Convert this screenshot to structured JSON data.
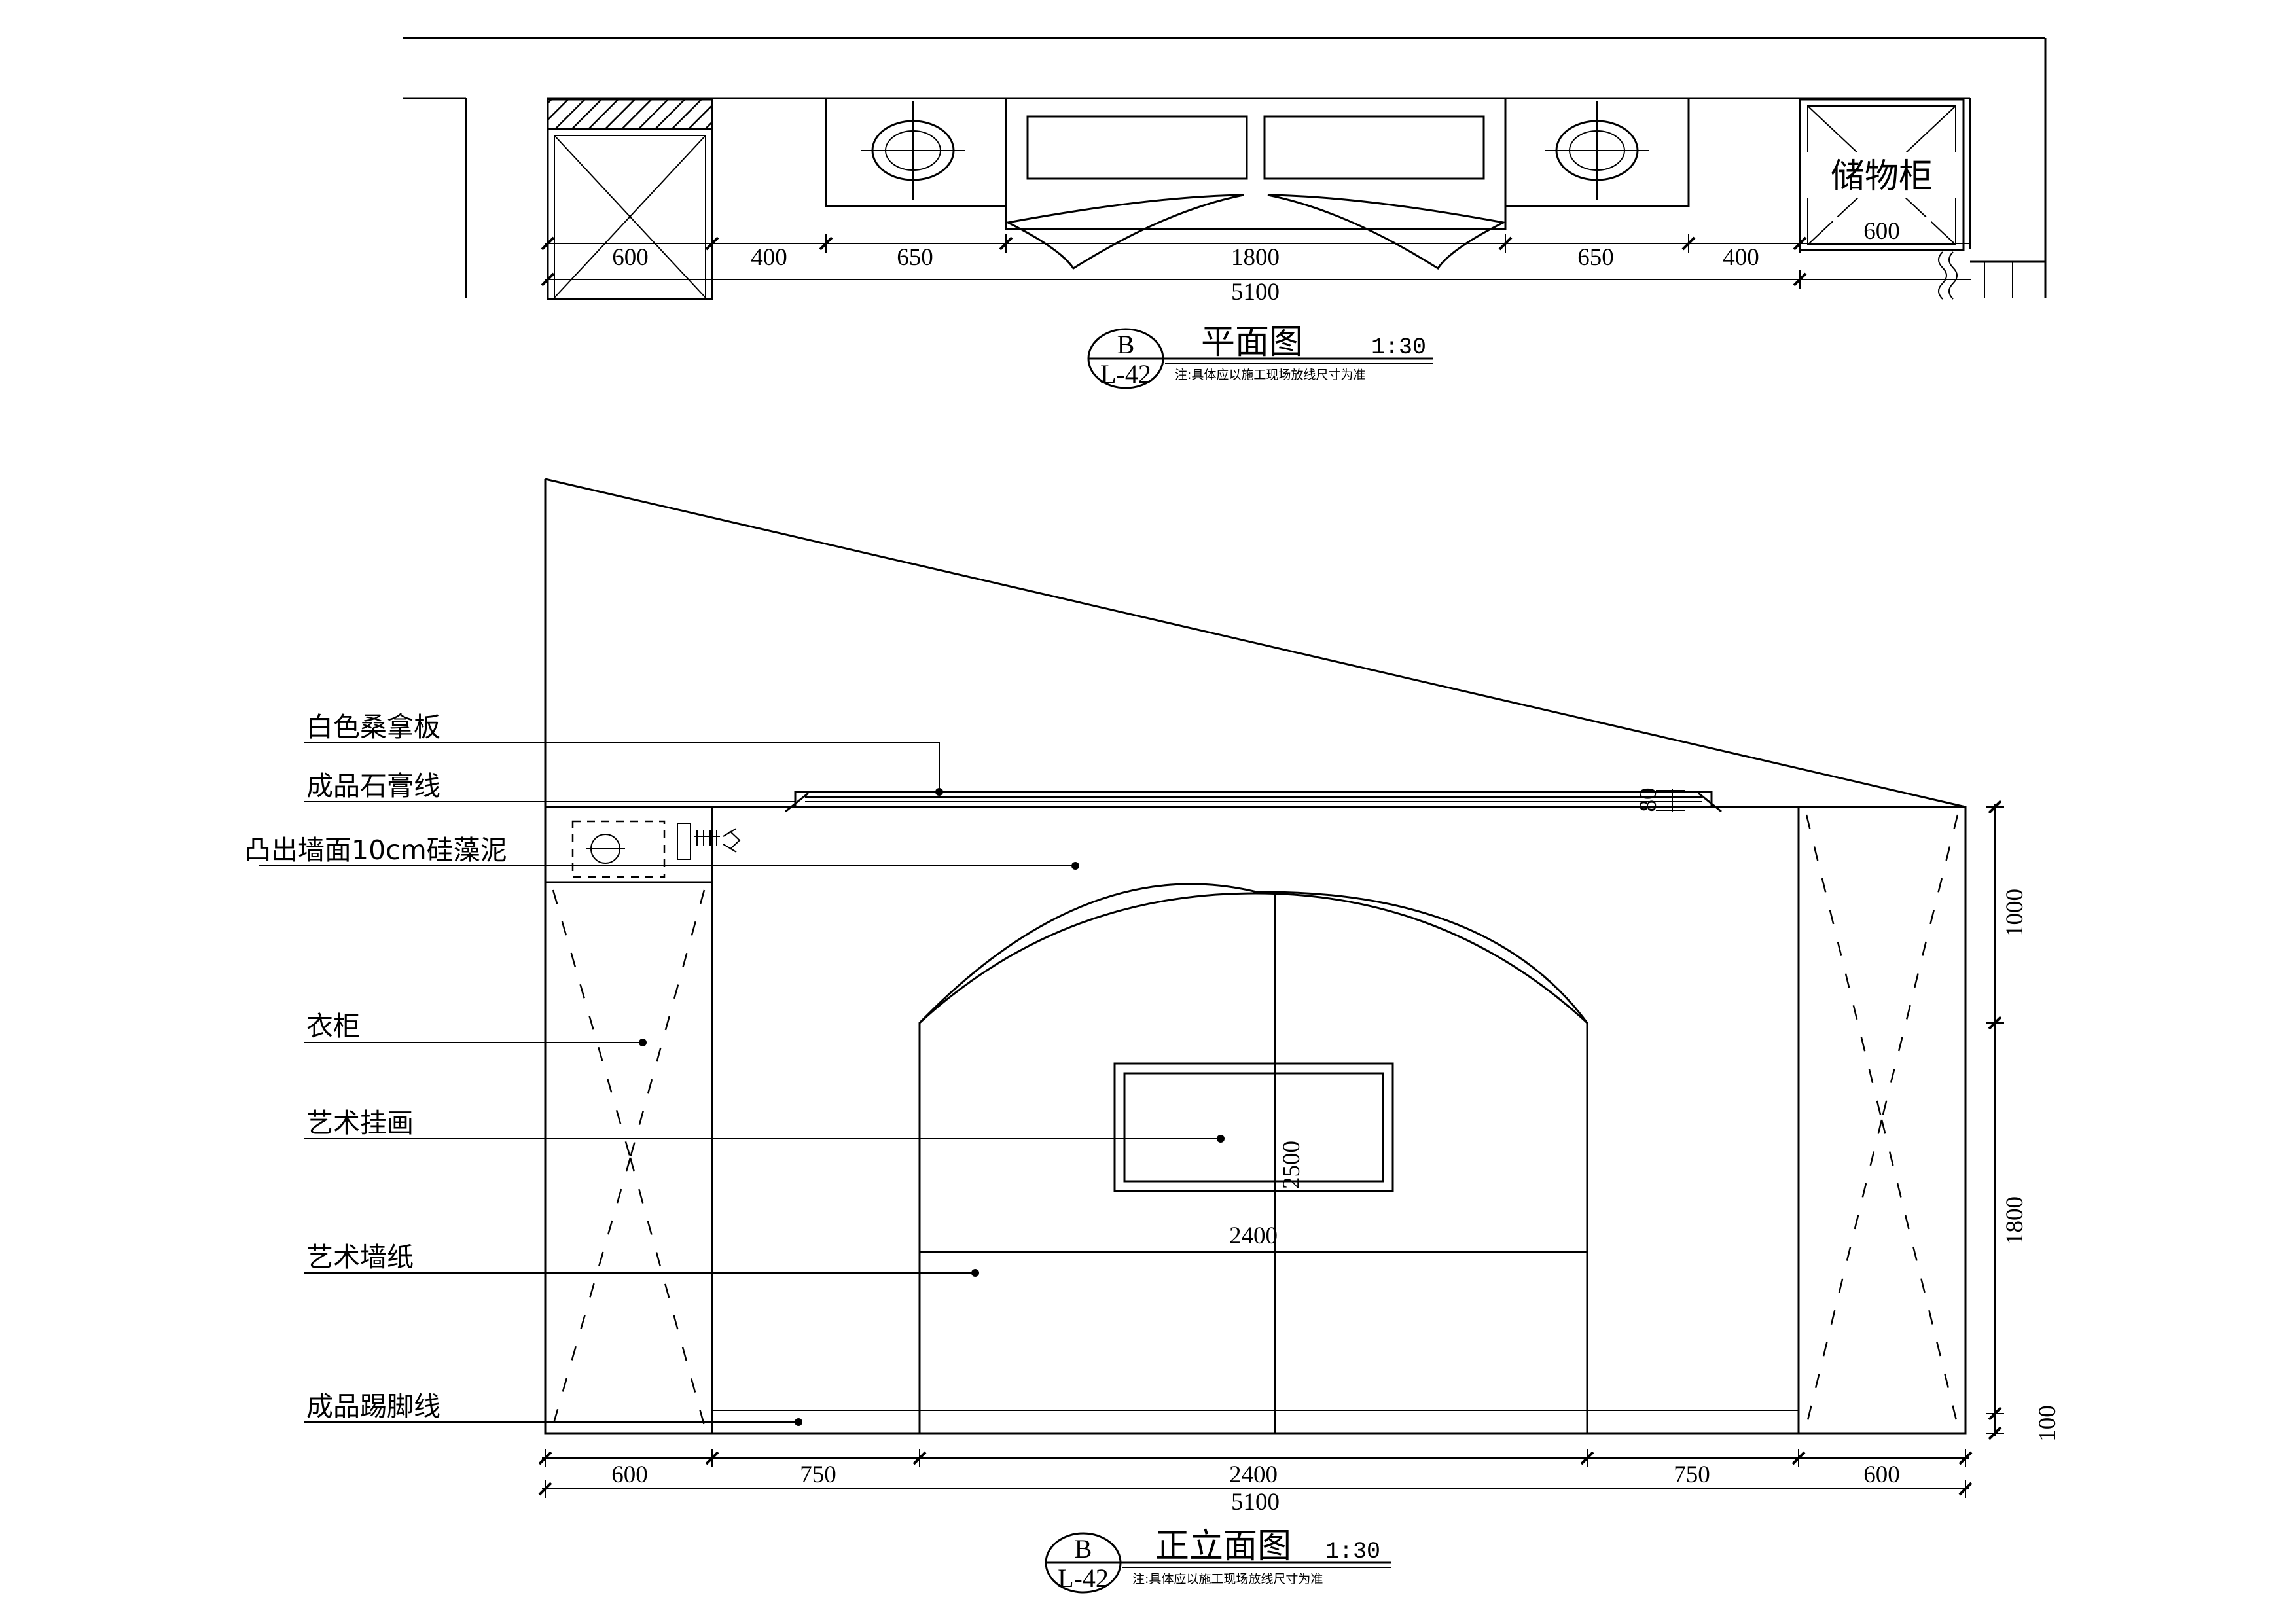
{
  "plan": {
    "title": "平面图",
    "scale": "1:30",
    "note": "注:具体应以施工现场放线尺寸为准",
    "symbol": {
      "letter": "B",
      "sheet": "L-42"
    },
    "storage_label": "储物柜",
    "storage_width": "600",
    "segment_dims": [
      "600",
      "400",
      "650",
      "1800",
      "650",
      "400"
    ],
    "total_dim": "5100"
  },
  "elevation": {
    "title": "正立面图",
    "scale": "1:30",
    "note": "注:具体应以施工现场放线尺寸为准",
    "symbol": {
      "letter": "B",
      "sheet": "L-42"
    },
    "labels": {
      "sauna_board": "白色桑拿板",
      "plaster_line": "成品石膏线",
      "diatom_mud": "凸出墙面10cm硅藻泥",
      "wardrobe": "衣柜",
      "art_painting": "艺术挂画",
      "art_wallpaper": "艺术墙纸",
      "skirting": "成品踢脚线"
    },
    "bottom_dims": [
      "600",
      "750",
      "2400",
      "750",
      "600"
    ],
    "total_dim": "5100",
    "arch_width": "2400",
    "arch_height": "2500",
    "molding_height": "80",
    "right_dims": [
      "1000",
      "1800",
      "100"
    ]
  }
}
